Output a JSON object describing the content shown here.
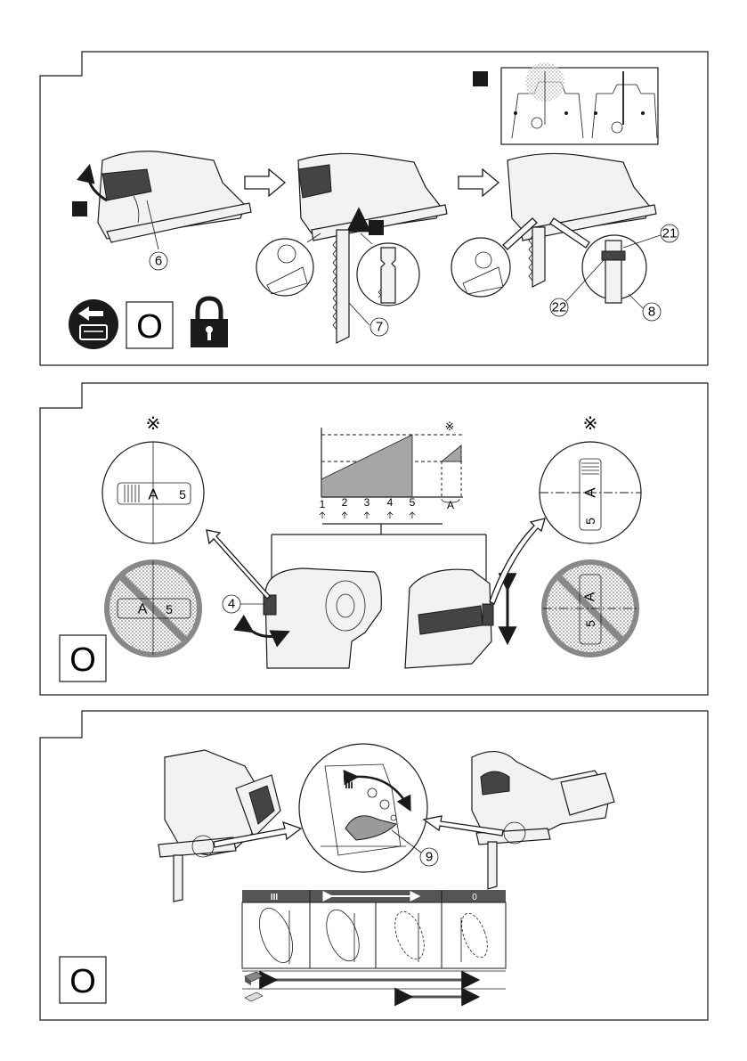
{
  "panel1": {
    "callouts": [
      "6",
      "7",
      "8",
      "21",
      "22"
    ],
    "mode_symbol": "O",
    "icons": [
      "battery-removed-icon",
      "lock-icon"
    ]
  },
  "panel2": {
    "reference_mark": "※",
    "dial": {
      "letter": "A",
      "number": "5"
    },
    "speed_scale": [
      "1",
      "2",
      "3",
      "4",
      "5",
      "A"
    ],
    "callouts": [
      "4"
    ],
    "mode_symbol": "O"
  },
  "panel3": {
    "callouts": [
      "9"
    ],
    "orbital_setting_labels": {
      "left": "III",
      "right": "0"
    },
    "mode_symbol": "O",
    "materials": [
      "wood-icon",
      "metal-icon"
    ]
  }
}
